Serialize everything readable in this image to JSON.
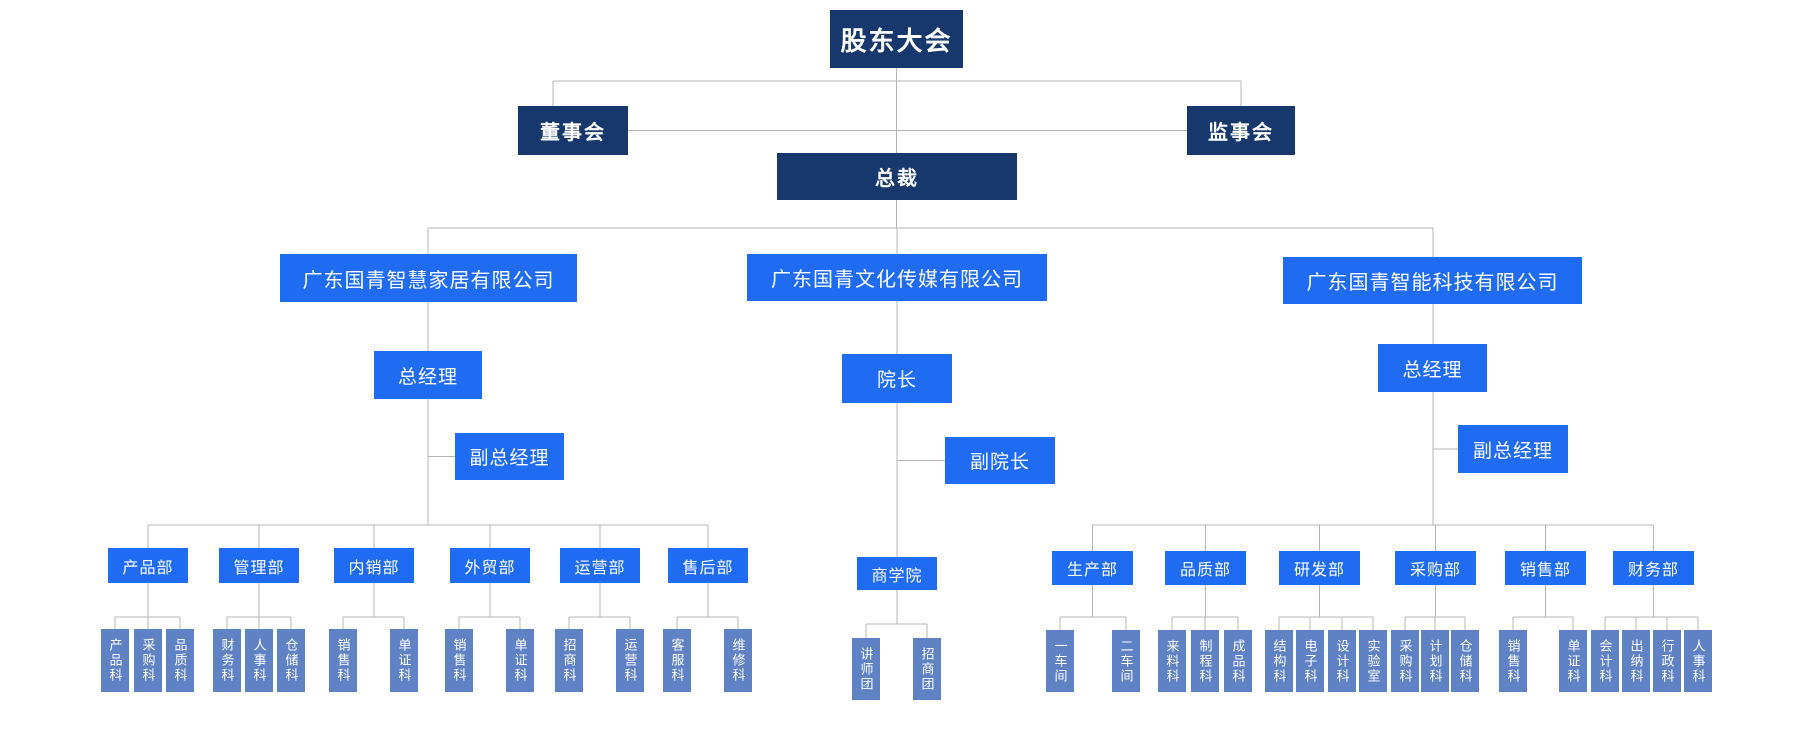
{
  "colors": {
    "top_level": "#16386C",
    "mid_level": "#1F6BF1",
    "section_level": "#5F82C4",
    "connector_line": "#B4B4B4",
    "node_text": "#FFFFFF",
    "background": "#FFFFFF"
  },
  "org": {
    "root": {
      "label": "股东大会"
    },
    "governance": [
      {
        "label": "董事会"
      },
      {
        "label": "监事会"
      }
    ],
    "president": {
      "label": "总裁"
    },
    "branches": [
      {
        "company": "广东国青智慧家居有限公司",
        "head": "总经理",
        "deputy": "副总经理",
        "departments": [
          {
            "name": "产品部",
            "sections": [
              "产品科",
              "采购科",
              "品质科"
            ]
          },
          {
            "name": "管理部",
            "sections": [
              "财务科",
              "人事科",
              "仓储科"
            ]
          },
          {
            "name": "内销部",
            "sections": [
              "销售科",
              "单证科"
            ]
          },
          {
            "name": "外贸部",
            "sections": [
              "销售科",
              "单证科"
            ]
          },
          {
            "name": "运营部",
            "sections": [
              "招商科",
              "运营科"
            ]
          },
          {
            "name": "售后部",
            "sections": [
              "客服科",
              "维修科"
            ]
          }
        ]
      },
      {
        "company": "广东国青文化传媒有限公司",
        "head": "院长",
        "deputy": "副院长",
        "departments": [
          {
            "name": "商学院",
            "sections": [
              "讲师团",
              "招商团"
            ]
          }
        ]
      },
      {
        "company": "广东国青智能科技有限公司",
        "head": "总经理",
        "deputy": "副总经理",
        "departments": [
          {
            "name": "生产部",
            "sections": [
              "一车间",
              "二车间"
            ]
          },
          {
            "name": "品质部",
            "sections": [
              "来料科",
              "制程科",
              "成品科"
            ]
          },
          {
            "name": "研发部",
            "sections": [
              "结构科",
              "电子科",
              "设计科",
              "实验室"
            ]
          },
          {
            "name": "采购部",
            "sections": [
              "采购科",
              "计划科",
              "仓储科"
            ]
          },
          {
            "name": "销售部",
            "sections": [
              "销售科",
              "单证科"
            ]
          },
          {
            "name": "财务部",
            "sections": [
              "会计科",
              "出纳科",
              "行政科",
              "人事科"
            ]
          }
        ]
      }
    ]
  }
}
